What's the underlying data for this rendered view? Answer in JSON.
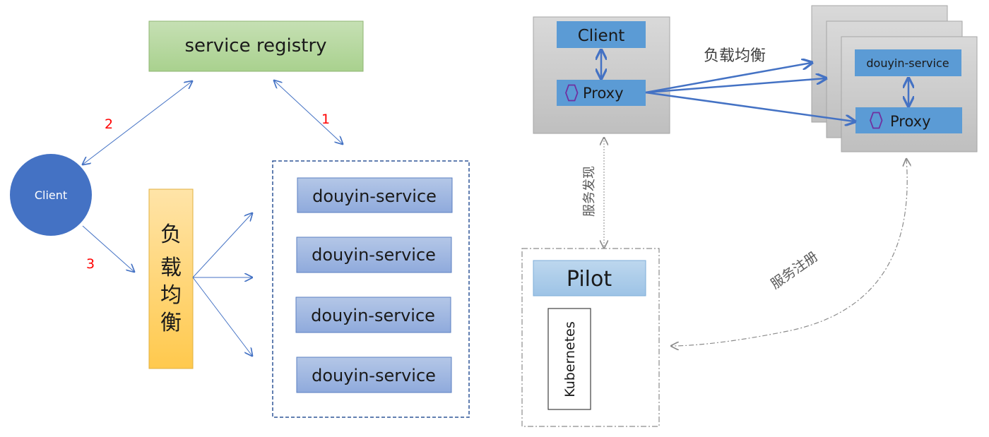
{
  "left": {
    "registry_label": "service registry",
    "client_label": "Client",
    "lb_chars": [
      "负",
      "载",
      "均",
      "衡"
    ],
    "services": [
      "douyin-service",
      "douyin-service",
      "douyin-service",
      "douyin-service"
    ],
    "step_labels": [
      "1",
      "2",
      "3"
    ]
  },
  "right": {
    "client_label": "Client",
    "proxy_label": "Proxy",
    "lb_label": "负载均衡",
    "service_label": "douyin-service",
    "proxy2_label": "Proxy",
    "discovery_label": "服务发现",
    "registration_label": "服务注册",
    "pilot_label": "Pilot",
    "k8s_label": "Kubernetes"
  },
  "colors": {
    "registry_fill": "#a9d18e",
    "client_circle": "#4472c4",
    "lb_fill": "#ffd966",
    "service_fill": "#8faadc",
    "box_blue": "#5b9bd5",
    "node_gray": "#bfbfbf",
    "arrow_blue": "#4472c4",
    "step_red": "#ff0000",
    "hexagon": "#7030a0",
    "pilot_fill": "#9dc3e6"
  }
}
